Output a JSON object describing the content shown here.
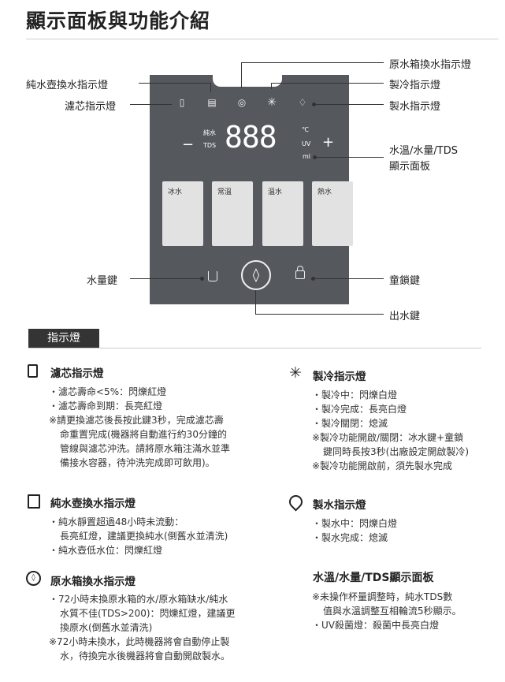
{
  "page_title": "顯示面板與功能介紹",
  "panel": {
    "left_icons": {
      "filter": "▯",
      "pure_water": "▤",
      "raw_water": "◎",
      "cooling": "✳",
      "making": "♢"
    },
    "small_labels": {
      "chunshui": "純水",
      "tds": "TDS",
      "celsius": "℃",
      "uv": "UV",
      "ml": "ml"
    },
    "digits": "888",
    "minus": "−",
    "plus": "+",
    "buttons": [
      "冰水",
      "常溫",
      "溫水",
      "熱水"
    ],
    "drop_symbol": "◊"
  },
  "callouts": {
    "pure_kettle": "純水壺換水指示燈",
    "filter": "濾芯指示燈",
    "raw_tank": "原水箱換水指示燈",
    "cooling": "製冷指示燈",
    "making": "製水指示燈",
    "display_1": "水溫/水量/TDS",
    "display_2": "顯示面板",
    "volume_key": "水量鍵",
    "child_lock": "童鎖鍵",
    "dispense": "出水鍵"
  },
  "section_tag": "指示燈",
  "sections": {
    "filter": {
      "title": "濾芯指示燈",
      "lines": [
        "・濾芯壽命<5%：閃爍紅燈",
        "・濾芯壽命到期：長亮紅燈",
        "※請更換濾芯後長按此鍵3秒，完成濾芯壽",
        "命重置完成(機器將自動進行約30分鐘的",
        "管線與濾芯沖洗。請將原水箱注滿水並準",
        "備接水容器，待沖洗完成即可飲用)。"
      ]
    },
    "pure": {
      "title": "純水壺換水指示燈",
      "lines": [
        "・純水靜置超過48小時未流動：",
        "長亮紅燈，建議更換純水(倒舊水並清洗)",
        "・純水壺低水位：閃爍紅燈"
      ]
    },
    "raw": {
      "title": "原水箱換水指示燈",
      "lines": [
        "・72小時未換原水箱的水/原水箱缺水/純水",
        "水質不佳(TDS>200)：閃爍紅燈，建議更",
        "換原水(倒舊水並清洗)",
        "※72小時未換水，此時機器將會自動停止製",
        "水，待換完水後機器將會自動開啟製水。"
      ]
    },
    "cooling": {
      "title": "製冷指示燈",
      "lines": [
        "・製冷中：閃爍白燈",
        "・製冷完成：長亮白燈",
        "・製冷關閉：熄滅",
        "※製冷功能開啟/關閉：冰水鍵+童鎖",
        "鍵同時長按3秒(出廠設定開啟製冷)",
        "※製冷功能開啟前，須先製水完成"
      ]
    },
    "making": {
      "title": "製水指示燈",
      "lines": [
        "・製水中：閃爍白燈",
        "・製水完成：熄滅"
      ]
    },
    "display": {
      "title": "水溫/水量/TDS顯示面板",
      "lines": [
        "※未操作杯量調整時，純水TDS數",
        "值與水溫調整互相輪流5秒顯示。",
        "・UV殺菌燈：殺菌中長亮白燈"
      ]
    }
  }
}
